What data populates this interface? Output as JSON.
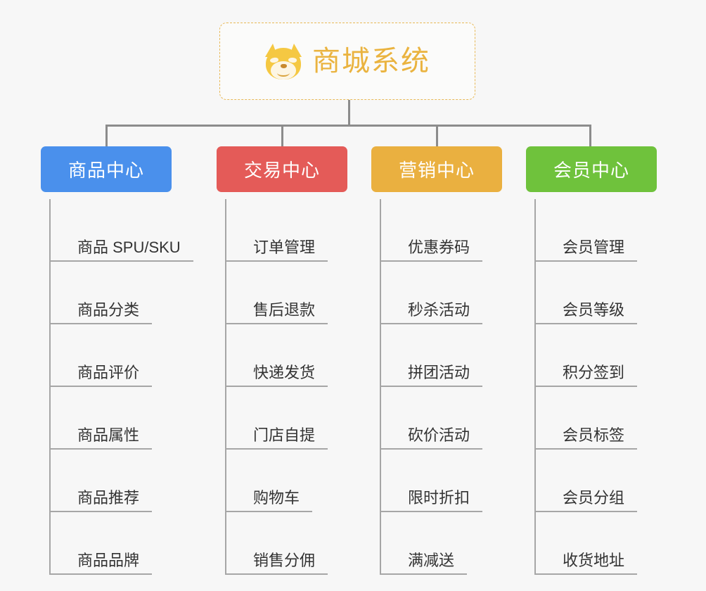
{
  "page": {
    "background_color": "#f7f7f7",
    "diagram_type": "org-tree"
  },
  "root": {
    "title": "商城系统",
    "icon": "shiba-dog-emoji",
    "border_color": "#e8b958",
    "text_color": "#eab33f"
  },
  "connector_color": "#8c8c8c",
  "leaf_rule_color": "#a6a6a6",
  "leaf_text_color": "#333333",
  "categories": [
    {
      "label": "商品中心",
      "color": "#4a90ec",
      "items": [
        "商品 SPU/SKU",
        "商品分类",
        "商品评价",
        "商品属性",
        "商品推荐",
        "商品品牌"
      ]
    },
    {
      "label": "交易中心",
      "color": "#e45b58",
      "items": [
        "订单管理",
        "售后退款",
        "快递发货",
        "门店自提",
        "购物车",
        "销售分佣"
      ]
    },
    {
      "label": "营销中心",
      "color": "#eab040",
      "items": [
        "优惠券码",
        "秒杀活动",
        "拼团活动",
        "砍价活动",
        "限时折扣",
        "满减送"
      ]
    },
    {
      "label": "会员中心",
      "color": "#6fc23c",
      "items": [
        "会员管理",
        "会员等级",
        "积分签到",
        "会员标签",
        "会员分组",
        "收货地址"
      ]
    }
  ]
}
